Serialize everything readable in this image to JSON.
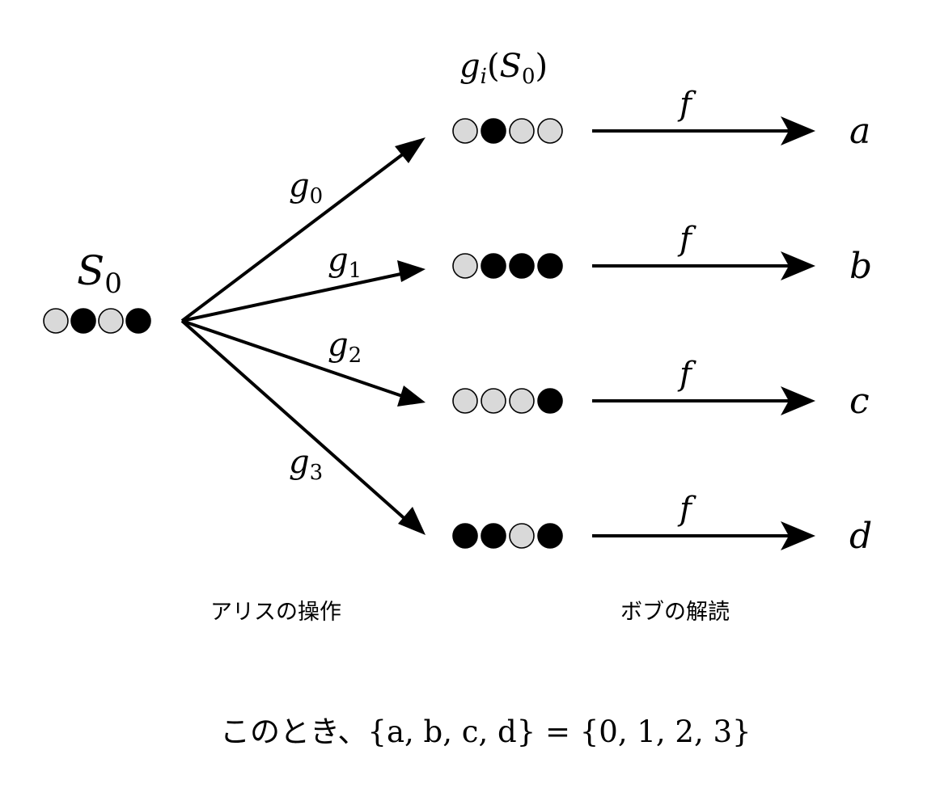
{
  "colors": {
    "white_stone": "#d9d9d9",
    "black_stone": "#000000"
  },
  "initial": {
    "label_base": "S",
    "label_sub": "0",
    "stones": [
      "white",
      "black",
      "white",
      "black"
    ]
  },
  "result_header": {
    "g": "g",
    "sub": "i",
    "open": "(",
    "S": "S",
    "sub2": "0",
    "close": ")"
  },
  "rows": [
    {
      "op_base": "g",
      "op_sub": "0",
      "stones": [
        "white",
        "black",
        "white",
        "white"
      ],
      "f": "f",
      "out": "a"
    },
    {
      "op_base": "g",
      "op_sub": "1",
      "stones": [
        "white",
        "black",
        "black",
        "black"
      ],
      "f": "f",
      "out": "b"
    },
    {
      "op_base": "g",
      "op_sub": "2",
      "stones": [
        "white",
        "white",
        "white",
        "black"
      ],
      "f": "f",
      "out": "c"
    },
    {
      "op_base": "g",
      "op_sub": "3",
      "stones": [
        "black",
        "black",
        "white",
        "black"
      ],
      "f": "f",
      "out": "d"
    }
  ],
  "captions": {
    "alice": "アリスの操作",
    "bob": "ボブの解読"
  },
  "footer": {
    "prefix": "このとき、",
    "lhs": "{a, b, c, d}",
    "eq": " = ",
    "rhs": "{0, 1, 2, 3}"
  }
}
